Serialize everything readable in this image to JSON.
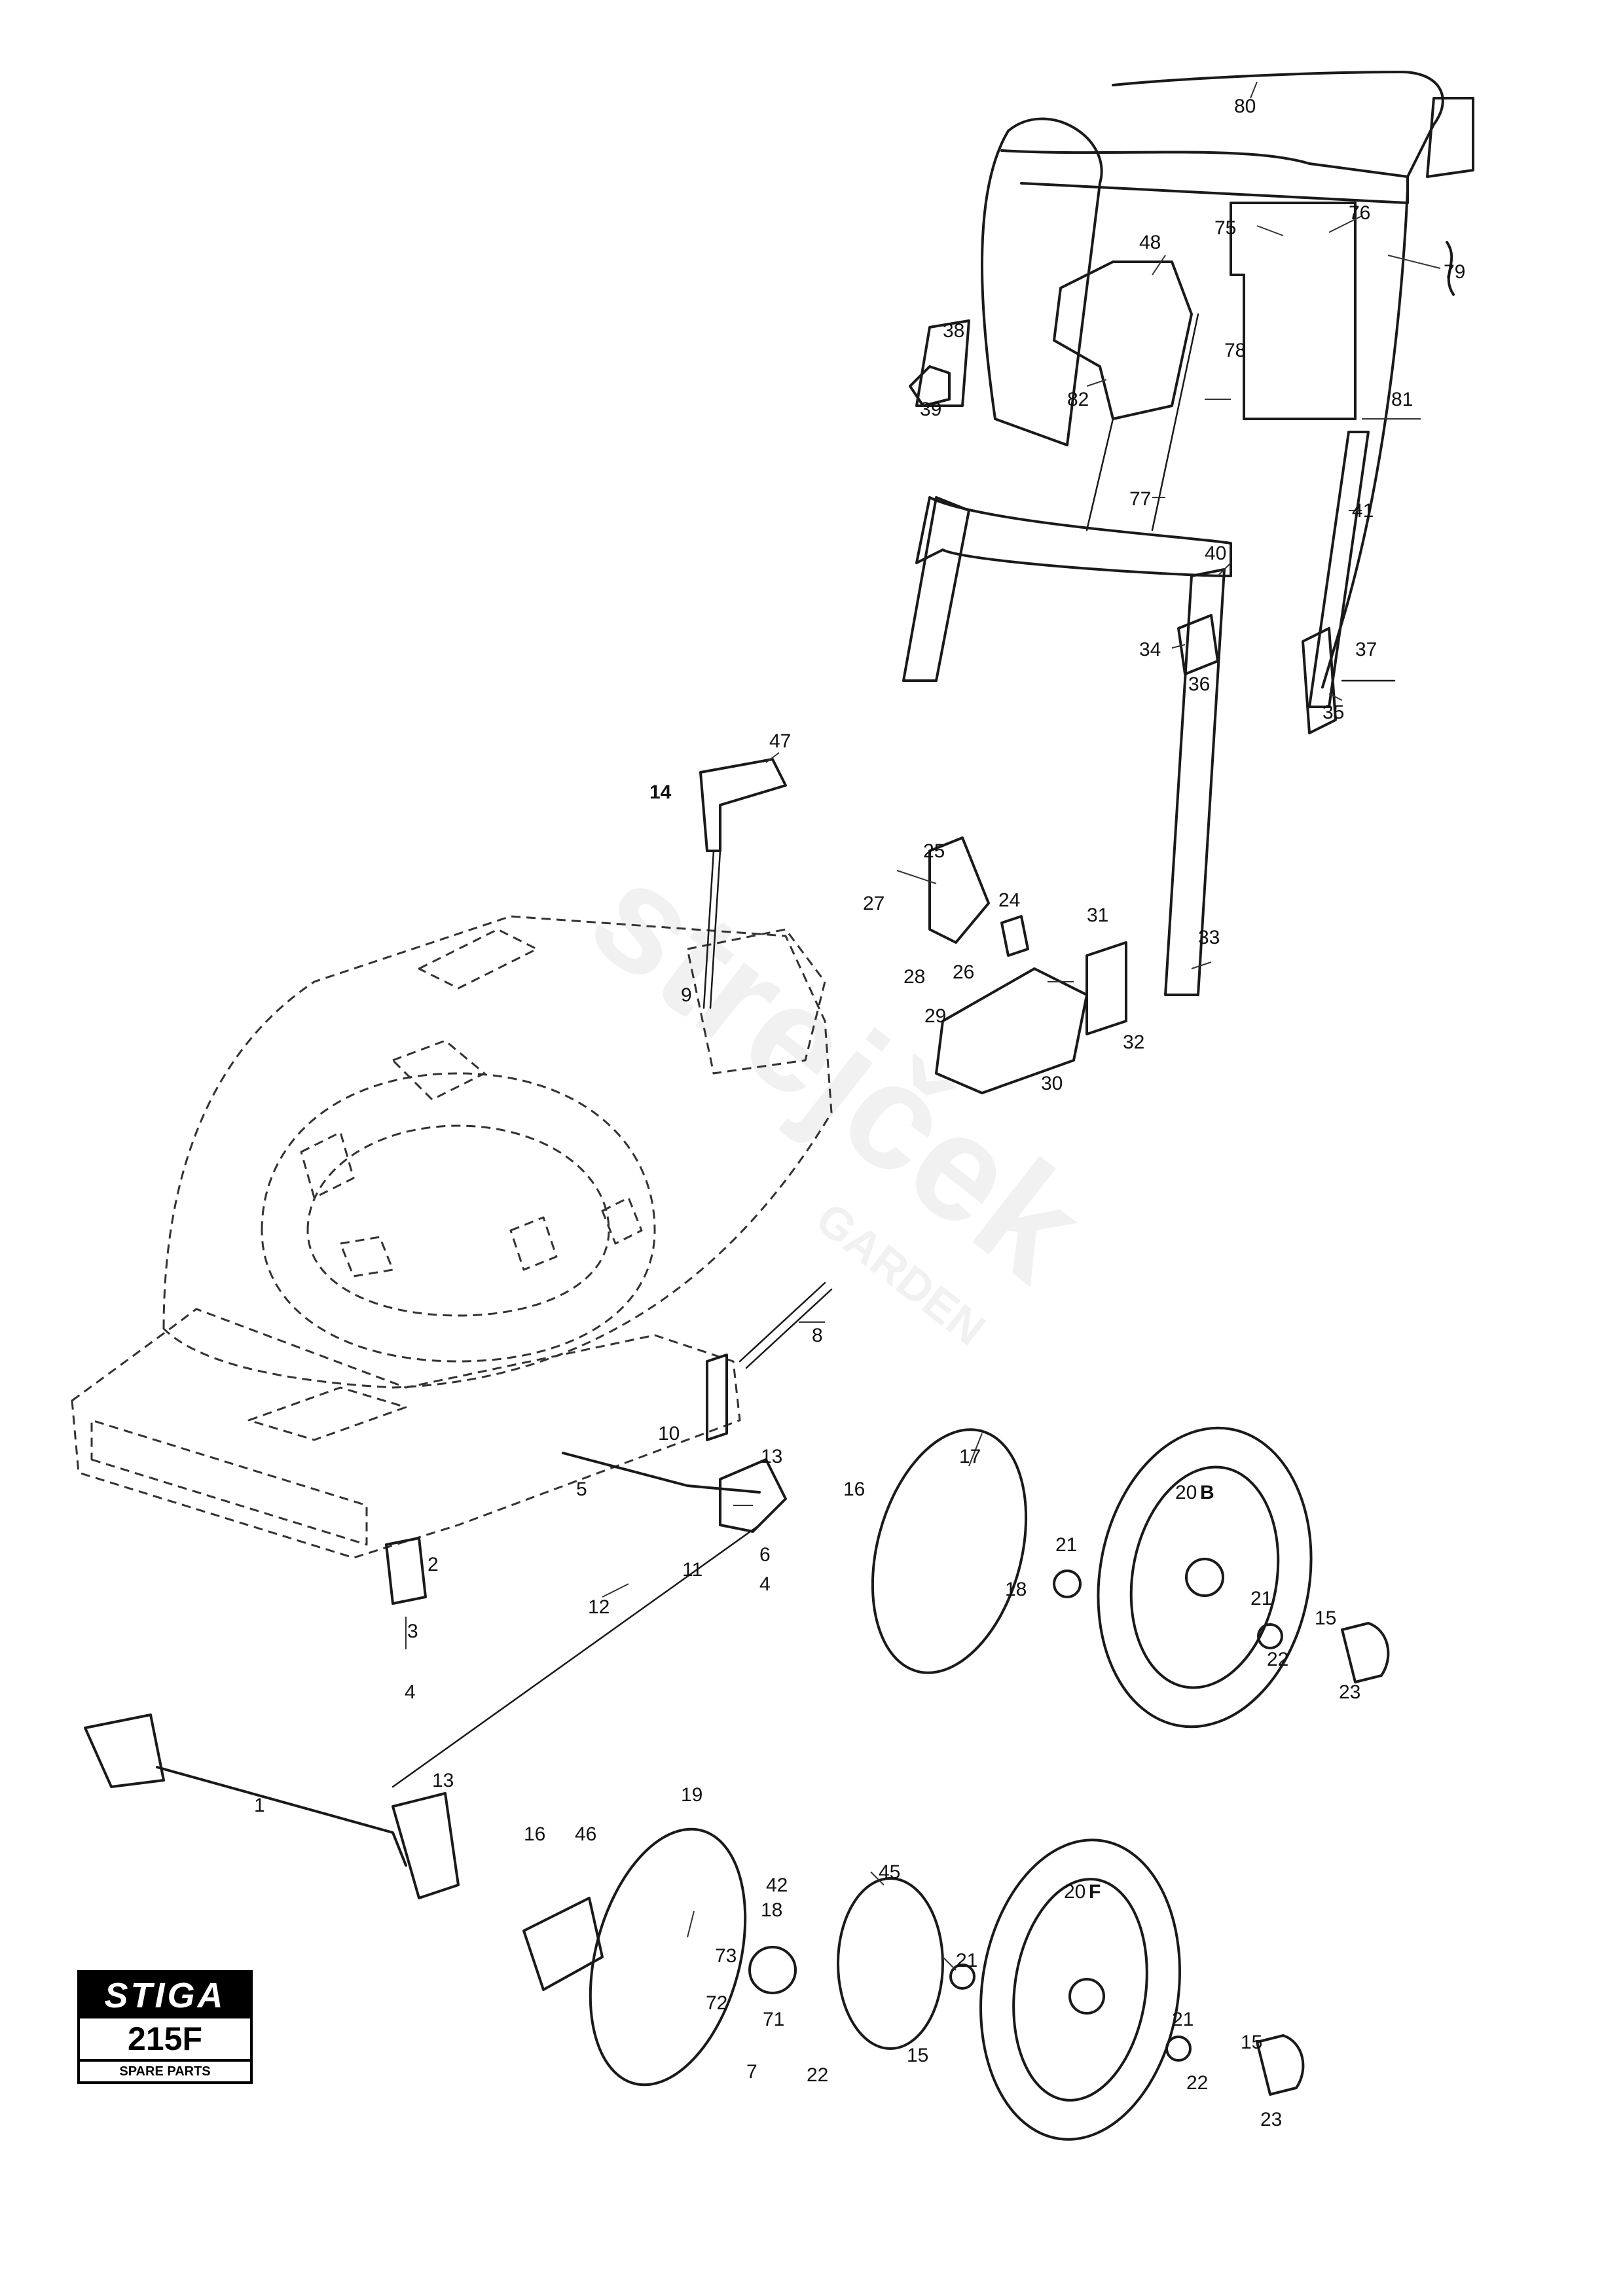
{
  "brand": {
    "name": "STIGA",
    "model": "215F",
    "subtitle": "SPARE PARTS"
  },
  "watermark": {
    "text": "strejček",
    "subtext": "GARDEN"
  },
  "parts": [
    {
      "id": "p80",
      "label": "80"
    },
    {
      "id": "p76",
      "label": "76"
    },
    {
      "id": "p75",
      "label": "75"
    },
    {
      "id": "p79",
      "label": "79"
    },
    {
      "id": "p48",
      "label": "48"
    },
    {
      "id": "p38",
      "label": "38"
    },
    {
      "id": "p39",
      "label": "39"
    },
    {
      "id": "p78",
      "label": "78"
    },
    {
      "id": "p82",
      "label": "82"
    },
    {
      "id": "p81",
      "label": "81"
    },
    {
      "id": "p77",
      "label": "77"
    },
    {
      "id": "p41",
      "label": "41"
    },
    {
      "id": "p40",
      "label": "40"
    },
    {
      "id": "p34",
      "label": "34"
    },
    {
      "id": "p36",
      "label": "36"
    },
    {
      "id": "p37",
      "label": "37"
    },
    {
      "id": "p35",
      "label": "35"
    },
    {
      "id": "p47",
      "label": "47"
    },
    {
      "id": "p14",
      "label": "14"
    },
    {
      "id": "p25",
      "label": "25"
    },
    {
      "id": "p27",
      "label": "27"
    },
    {
      "id": "p24",
      "label": "24"
    },
    {
      "id": "p31",
      "label": "31"
    },
    {
      "id": "p33",
      "label": "33"
    },
    {
      "id": "p26",
      "label": "26"
    },
    {
      "id": "p28",
      "label": "28"
    },
    {
      "id": "p29",
      "label": "29"
    },
    {
      "id": "p32",
      "label": "32"
    },
    {
      "id": "p30",
      "label": "30"
    },
    {
      "id": "p9",
      "label": "9"
    },
    {
      "id": "p8",
      "label": "8"
    },
    {
      "id": "p10",
      "label": "10"
    },
    {
      "id": "p13a",
      "label": "13"
    },
    {
      "id": "p17",
      "label": "17"
    },
    {
      "id": "p20b",
      "label": "20",
      "suffix": "B"
    },
    {
      "id": "p5",
      "label": "5"
    },
    {
      "id": "p16a",
      "label": "16"
    },
    {
      "id": "p6",
      "label": "6"
    },
    {
      "id": "p11",
      "label": "11"
    },
    {
      "id": "p4a",
      "label": "4"
    },
    {
      "id": "p21a",
      "label": "21"
    },
    {
      "id": "p18a",
      "label": "18"
    },
    {
      "id": "p2",
      "label": "2"
    },
    {
      "id": "p12",
      "label": "12"
    },
    {
      "id": "p21b",
      "label": "21"
    },
    {
      "id": "p15a",
      "label": "15"
    },
    {
      "id": "p3",
      "label": "3"
    },
    {
      "id": "p22a",
      "label": "22"
    },
    {
      "id": "p23a",
      "label": "23"
    },
    {
      "id": "p4b",
      "label": "4"
    },
    {
      "id": "p1",
      "label": "1"
    },
    {
      "id": "p13b",
      "label": "13"
    },
    {
      "id": "p19",
      "label": "19"
    },
    {
      "id": "p16b",
      "label": "16"
    },
    {
      "id": "p46",
      "label": "46"
    },
    {
      "id": "p42",
      "label": "42"
    },
    {
      "id": "p45",
      "label": "45"
    },
    {
      "id": "p20f",
      "label": "20",
      "suffix": "F"
    },
    {
      "id": "p18b",
      "label": "18"
    },
    {
      "id": "p73",
      "label": "73"
    },
    {
      "id": "p21c",
      "label": "21"
    },
    {
      "id": "p72",
      "label": "72"
    },
    {
      "id": "p71",
      "label": "71"
    },
    {
      "id": "p21d",
      "label": "21"
    },
    {
      "id": "p15b",
      "label": "15"
    },
    {
      "id": "p22b",
      "label": "22"
    },
    {
      "id": "p15c",
      "label": "15"
    },
    {
      "id": "p22c",
      "label": "22"
    },
    {
      "id": "p7",
      "label": "7"
    },
    {
      "id": "p23b",
      "label": "23"
    }
  ]
}
